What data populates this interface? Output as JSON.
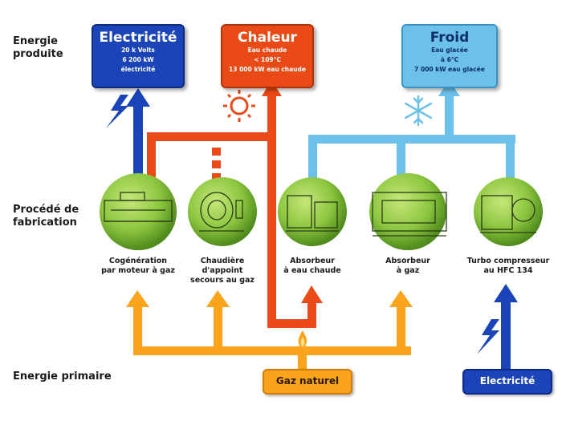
{
  "row_labels": {
    "produced": [
      "Energie",
      "produite"
    ],
    "process": [
      "Procédé de",
      "fabrication"
    ],
    "primary": "Energie primaire"
  },
  "outputs": {
    "electricity": {
      "title": "Electricité",
      "lines": [
        "20 k Volts",
        "6 200 kW",
        "électricité"
      ]
    },
    "heat": {
      "title": "Chaleur",
      "lines": [
        "Eau chaude",
        "< 109°C",
        "13 000 kW eau chaude"
      ]
    },
    "cold": {
      "title": "Froid",
      "lines": [
        "Eau glacée",
        "à 6°C",
        "7 000 kW eau glacée"
      ]
    }
  },
  "equipment": [
    {
      "caption": [
        "Cogénération",
        "par moteur à gaz"
      ]
    },
    {
      "caption": [
        "Chaudière",
        "d'appoint",
        "secours au gaz"
      ]
    },
    {
      "caption": [
        "Absorbeur",
        "à eau chaude"
      ]
    },
    {
      "caption": [
        "Absorbeur",
        "à gaz"
      ]
    },
    {
      "caption": [
        "Turbo compresseur",
        "au HFC 134"
      ]
    }
  ],
  "sources": {
    "gas": "Gaz naturel",
    "electricity": "Electricité"
  },
  "colors": {
    "electricity": "#1b44b8",
    "heat": "#ea4a16",
    "cold": "#6cc1ea",
    "gas": "#f9a41b",
    "equipment": "#8cc63f"
  },
  "icons": [
    "lightning-icon",
    "sun-icon",
    "snowflake-icon",
    "flame-icon"
  ]
}
